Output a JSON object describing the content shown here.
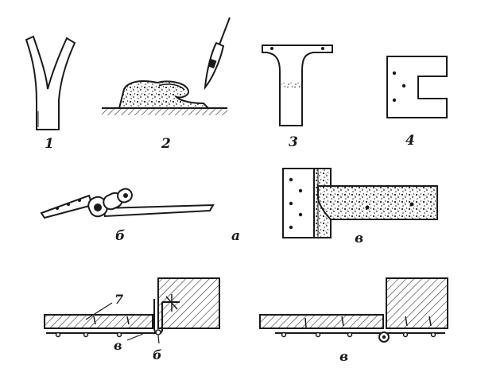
{
  "figure": {
    "labels": {
      "n1": "1",
      "n2": "2",
      "n3": "3",
      "n4": "4",
      "b_top": "б",
      "a": "а",
      "v_top": "в",
      "n7": "7",
      "v_left": "в",
      "b_bottom": "б",
      "v_bottom": "в"
    }
  }
}
